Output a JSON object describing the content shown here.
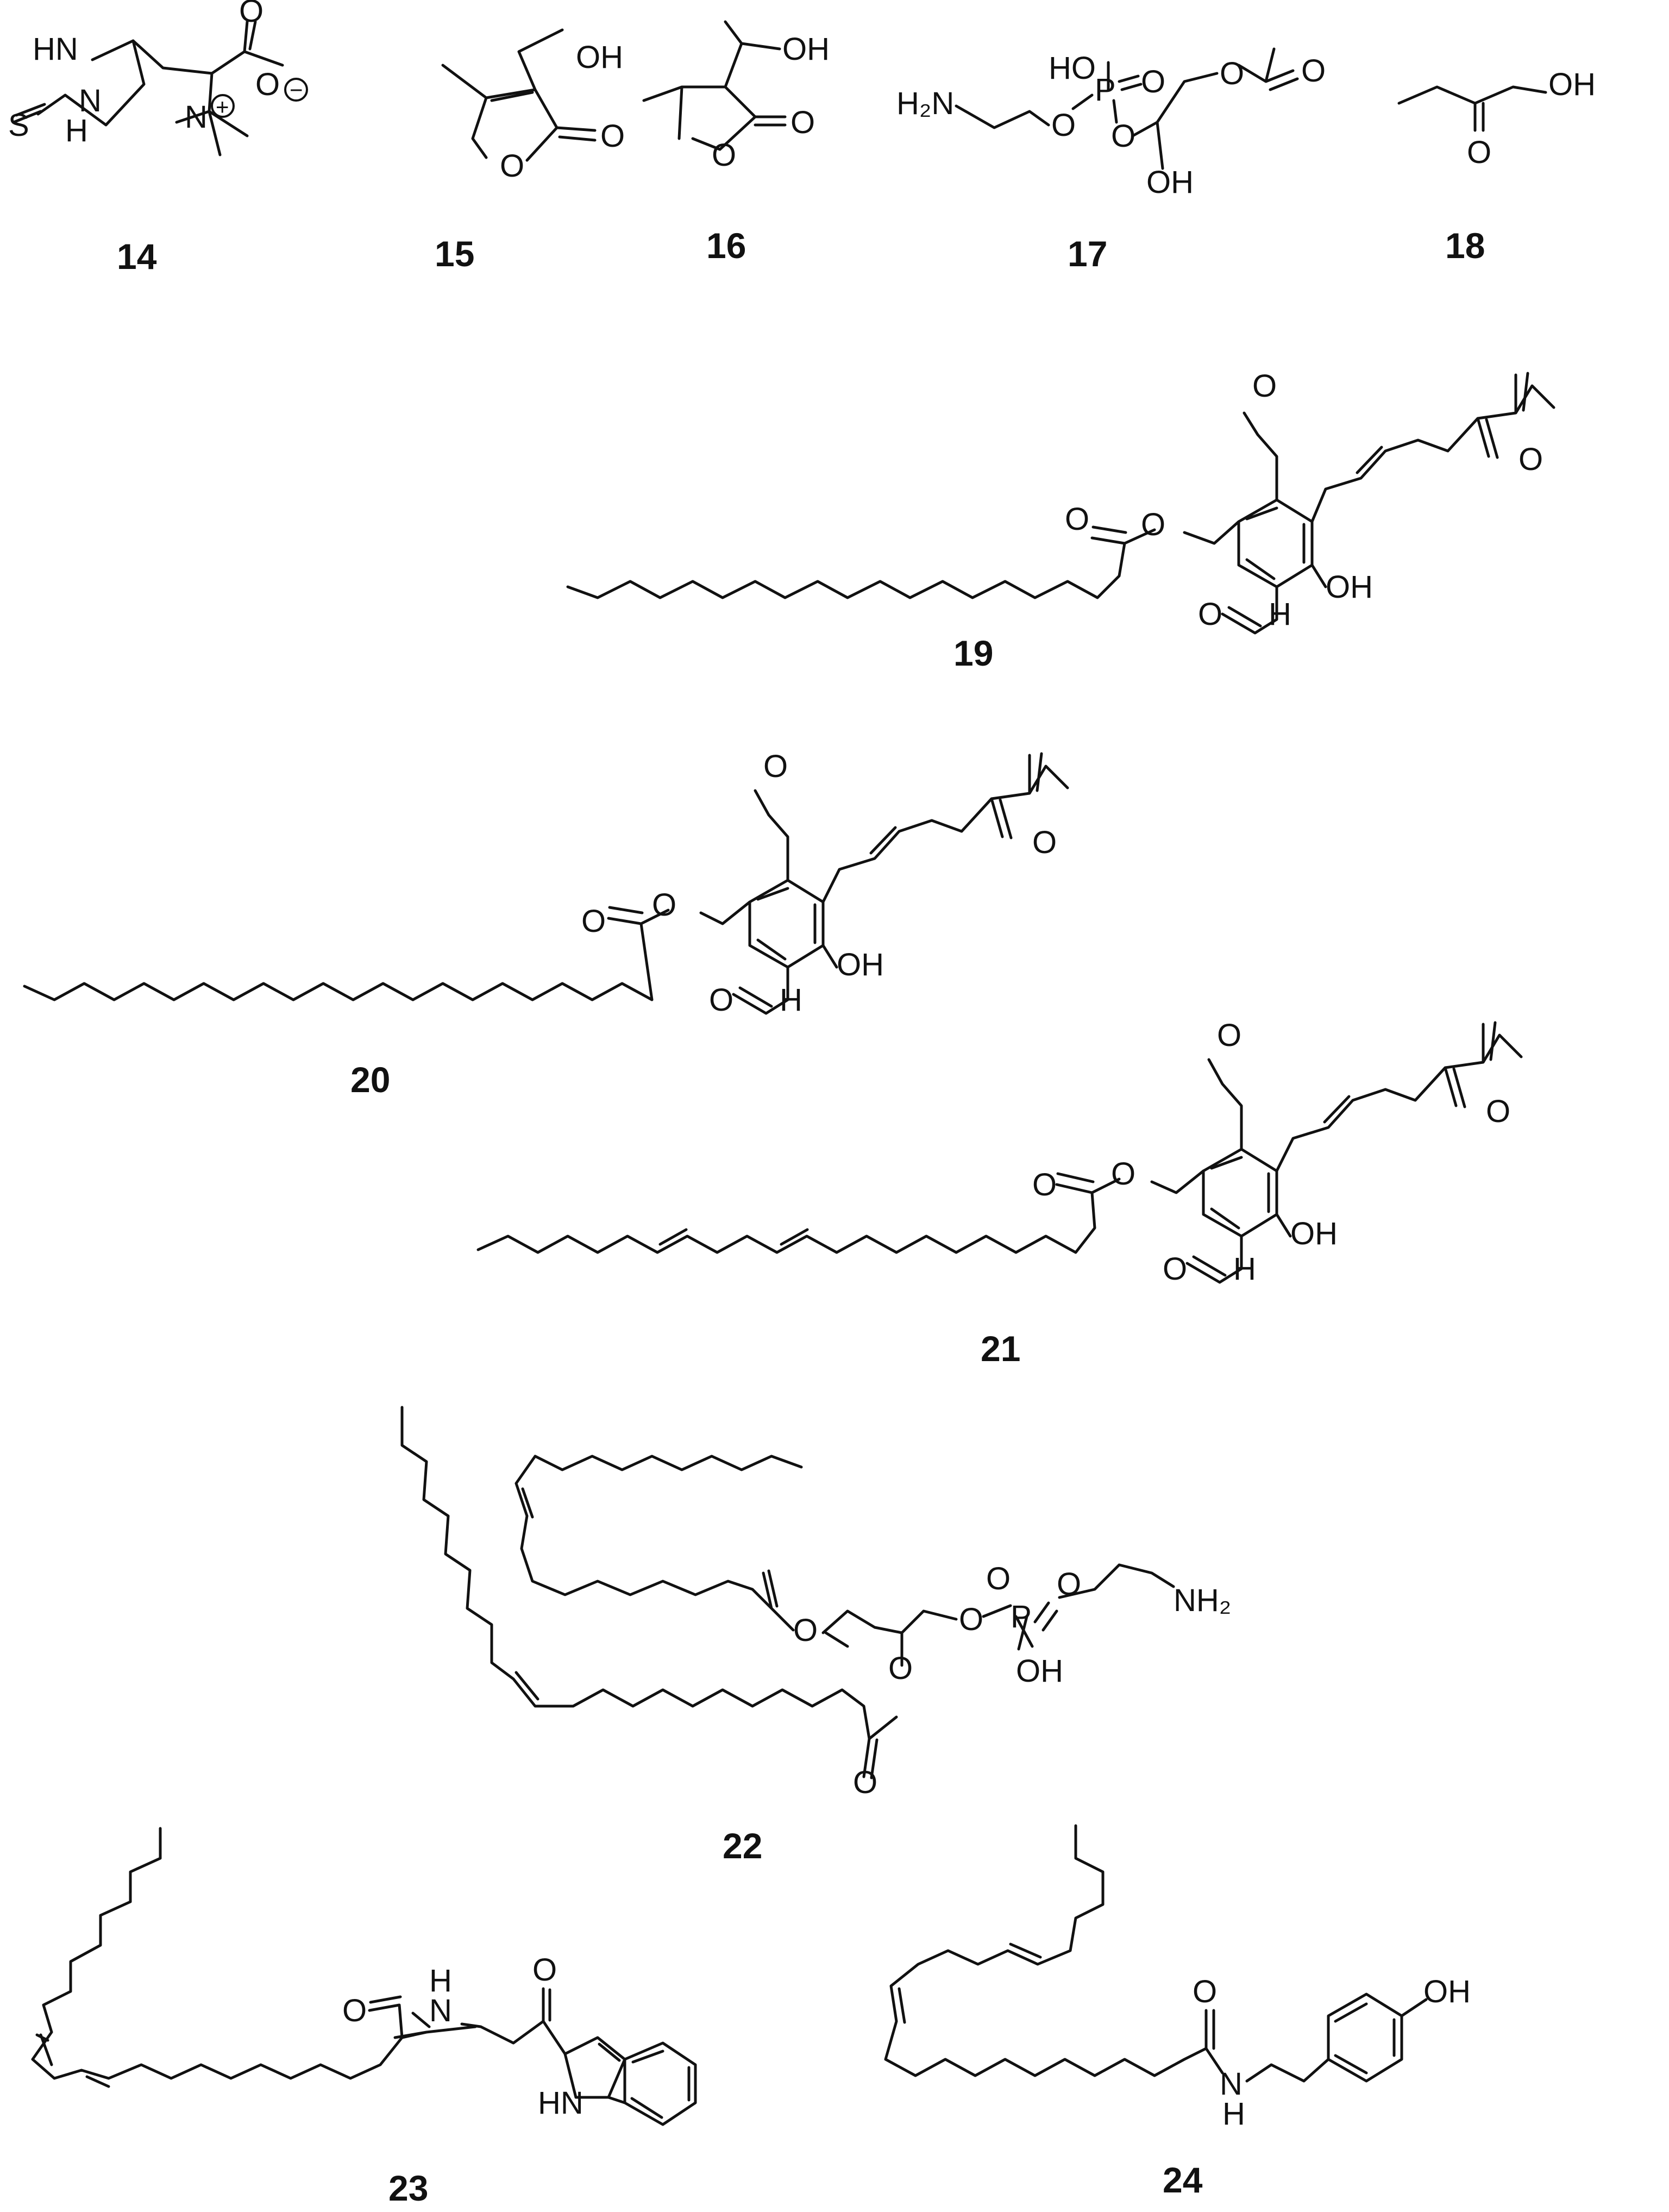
{
  "compounds": [
    {
      "number": "14",
      "atoms": [
        "HN",
        "N",
        "H",
        "S",
        "O",
        "O",
        "N"
      ]
    },
    {
      "number": "15",
      "atoms": [
        "OH",
        "O",
        "O"
      ]
    },
    {
      "number": "16",
      "atoms": [
        "OH",
        "O",
        "O"
      ]
    },
    {
      "number": "17",
      "atoms": [
        "H₂N",
        "O",
        "P",
        "HO",
        "O",
        "O",
        "OH",
        "O",
        "O"
      ]
    },
    {
      "number": "18",
      "atoms": [
        "OH",
        "O"
      ]
    },
    {
      "number": "19",
      "atoms": [
        "O",
        "O",
        "O",
        "OH",
        "O",
        "H",
        "O"
      ]
    },
    {
      "number": "20",
      "atoms": [
        "O",
        "O",
        "O",
        "OH",
        "O",
        "H",
        "O"
      ]
    },
    {
      "number": "21",
      "atoms": [
        "O",
        "O",
        "O",
        "OH",
        "O",
        "H",
        "O"
      ]
    },
    {
      "number": "22",
      "atoms": [
        "O",
        "O",
        "O",
        "P",
        "O",
        "O",
        "NH₂",
        "OH",
        "O"
      ]
    },
    {
      "number": "23",
      "atoms": [
        "O",
        "H",
        "N",
        "O",
        "HN"
      ]
    },
    {
      "number": "24",
      "atoms": [
        "O",
        "N",
        "H",
        "OH"
      ]
    }
  ],
  "charges": {
    "plus": "+",
    "minus": "−"
  }
}
